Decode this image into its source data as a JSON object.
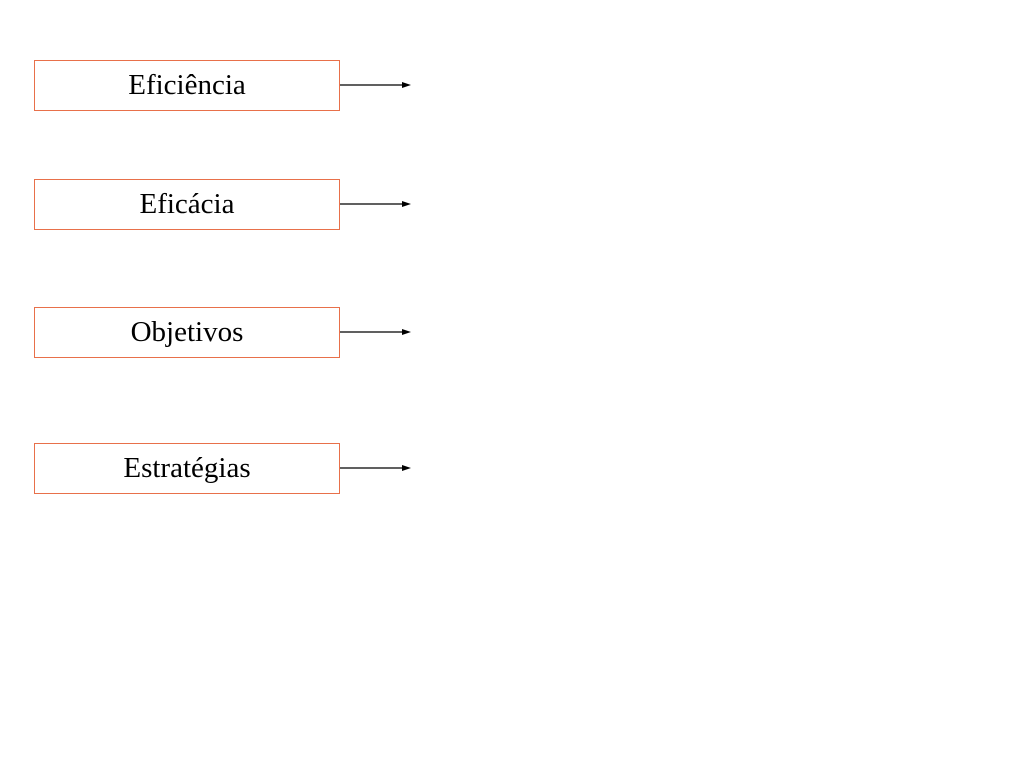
{
  "diagram": {
    "border_color": "#e8704a",
    "nodes": [
      {
        "label": "Eficiência"
      },
      {
        "label": "Eficácia"
      },
      {
        "label": "Objetivos"
      },
      {
        "label": "Estratégias"
      }
    ]
  }
}
